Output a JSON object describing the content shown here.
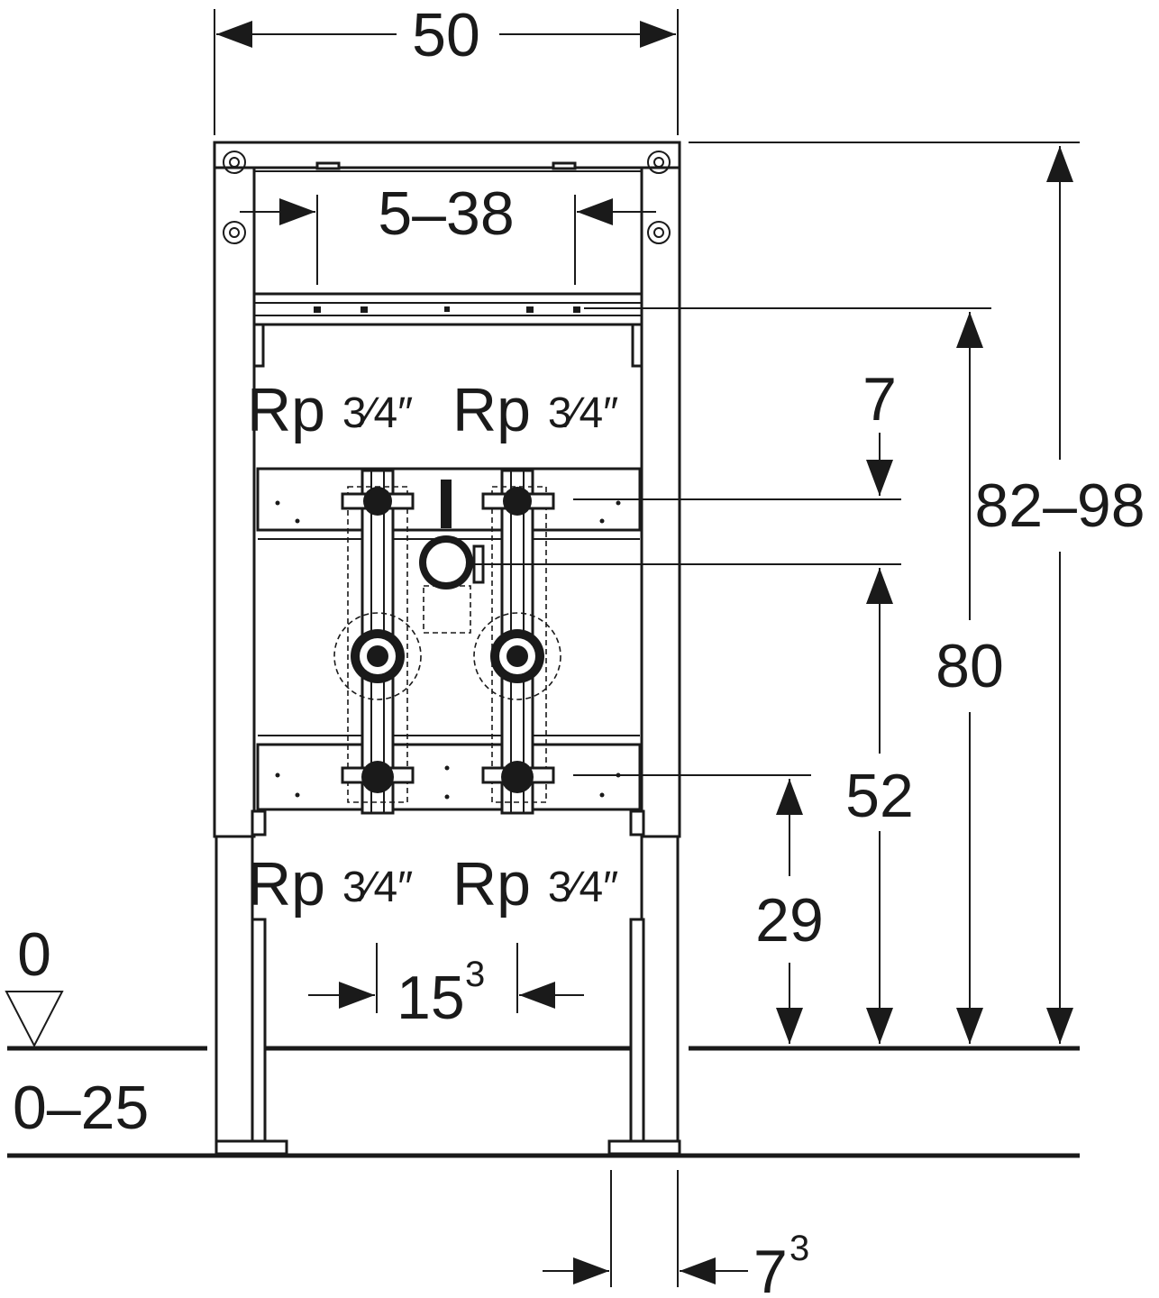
{
  "dimensions": {
    "overall_width": "50",
    "clamp_range": "5–38",
    "top_connection_offset": "7",
    "overall_height": "82–98",
    "rail_height": "80",
    "top_connection_height": "52",
    "bottom_connection_height": "29",
    "connection_spacing_main": "15",
    "connection_spacing_sup": "3",
    "foot_offset_main": "7",
    "foot_offset_sup": "3",
    "floor_level": "0",
    "floor_range": "0–25"
  },
  "connections": {
    "top_left_main": "Rp ",
    "top_left_frac": "3⁄4″",
    "top_right_main": "Rp ",
    "top_right_frac": "3⁄4″",
    "bottom_left_main": "Rp ",
    "bottom_left_frac": "3⁄4″",
    "bottom_right_main": "Rp ",
    "bottom_right_frac": "3⁄4″"
  }
}
